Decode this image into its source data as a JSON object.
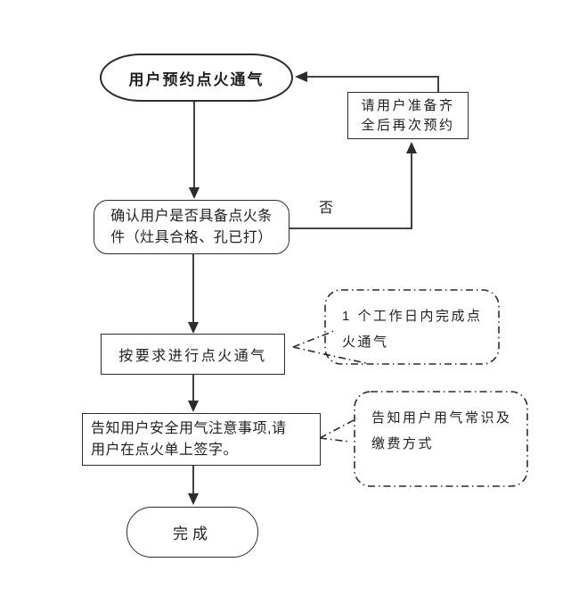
{
  "flow": {
    "start": {
      "label": "用户预约点火通气"
    },
    "retry": {
      "lines": [
        "请用户准备齐",
        "全后再次预约"
      ]
    },
    "confirm": {
      "lines": [
        "确认用户是否具备点火条",
        "件（灶具合格、孔已打）"
      ]
    },
    "no_label": "否",
    "action": {
      "label": "按要求进行点火通气"
    },
    "notice": {
      "lines": [
        "告知用户安全用气注意事项,请",
        "用户在点火单上签字。"
      ]
    },
    "end": {
      "label": "完成"
    },
    "callout_sla": {
      "lines": [
        "1 个工作日内完成点",
        "火通气"
      ]
    },
    "callout_info": {
      "lines": [
        "告知用户用气常识及",
        "缴费方式"
      ]
    }
  },
  "colors": {
    "line": "#2c2c2c",
    "text": "#1f1f1f",
    "background": "#ffffff"
  }
}
